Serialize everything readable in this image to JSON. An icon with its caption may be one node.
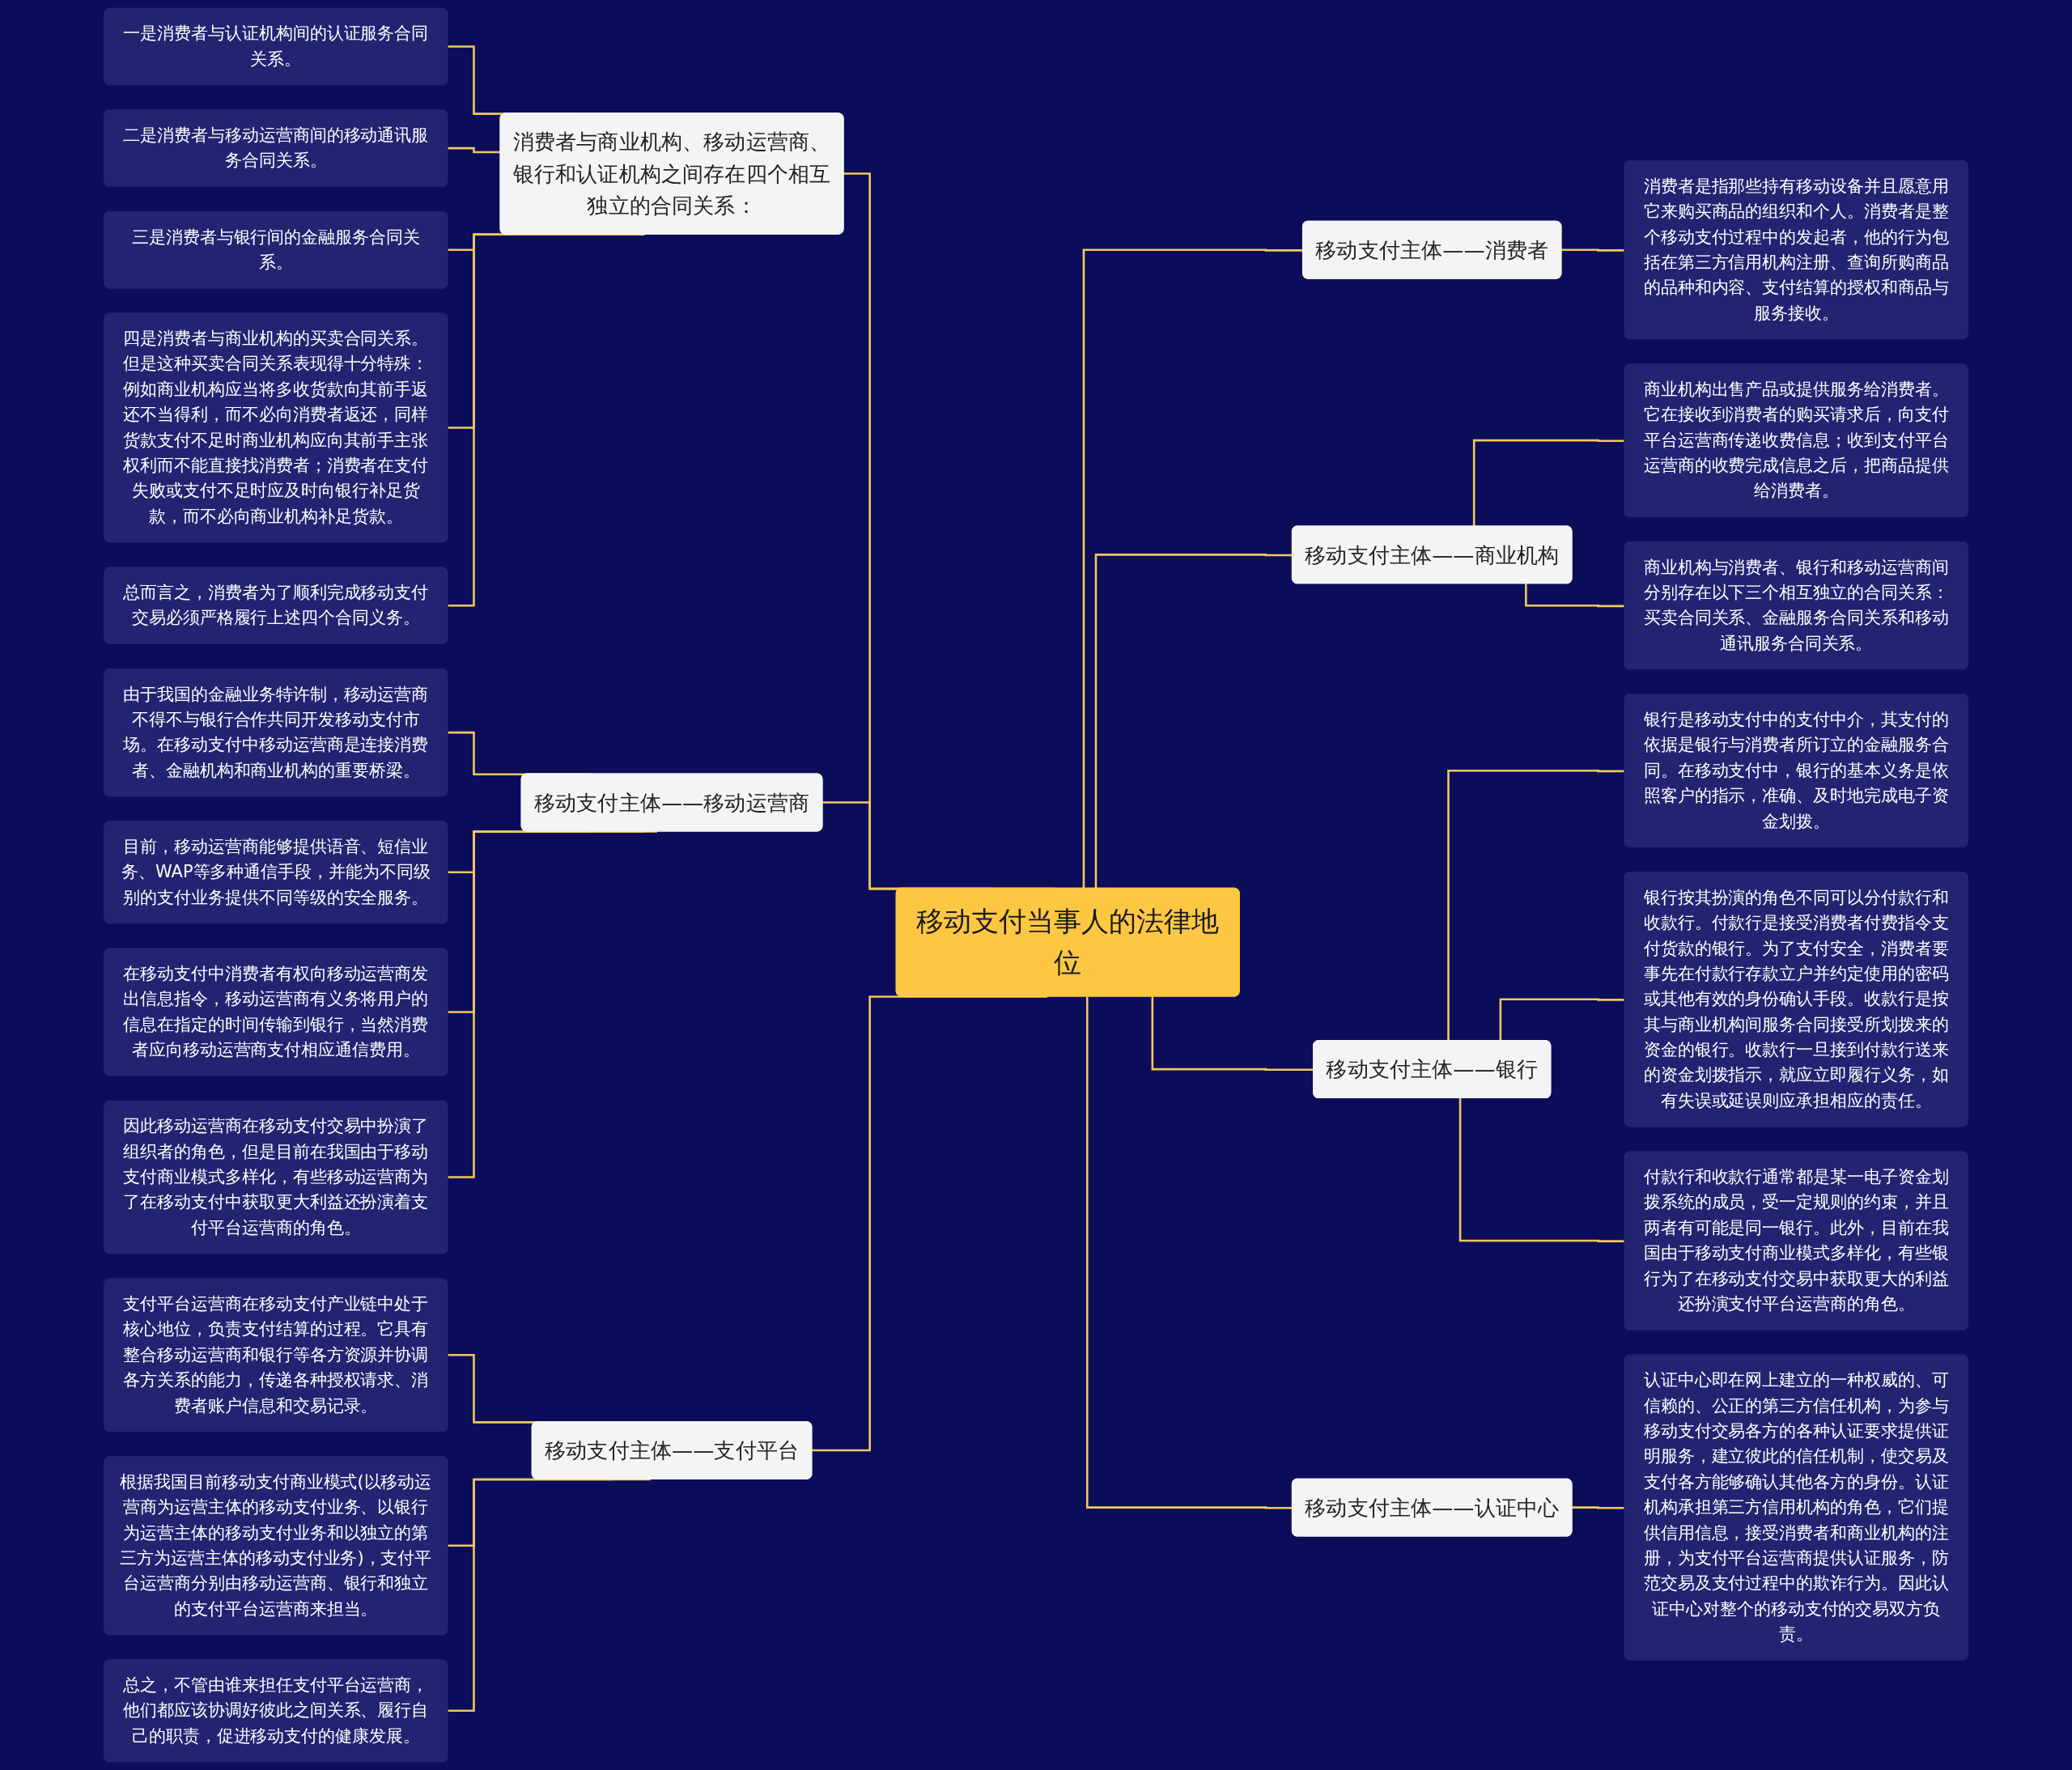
{
  "diagram": {
    "nodes": [
      {
        "text": [
          "移动支付当事人的法律地位"
        ]
      },
      {
        "text": [
          "消费者与商业机构、移动运营商、银行和认证机构之间存在四个相互独立的合同关系："
        ]
      },
      {
        "text": [
          "一是消费者与认证机构间的认证服务合同关系。"
        ]
      },
      {
        "text": [
          "二是消费者与移动运营商间的移动通讯服务合同关系。"
        ]
      },
      {
        "text": [
          "三是消费者与银行间的金融服务合同关系。"
        ]
      },
      {
        "text": [
          "四是消费者与商业机构的买卖合同关系。但是这种买卖合同关系表现得十分特殊：例如商业机构应当将多收货款向其前手返还不当得利，而不必向消费者返还，同样货款支付不足时商业机构应向其前手主张权利而不能直接找消费者；消费者在支付失败或支付不足时应及时向银行补足货款，而不必向商业机构补足货款。"
        ]
      },
      {
        "text": [
          "总而言之，消费者为了顺利完成移动支付交易必须严格履行上述四个合同义务。"
        ]
      },
      {
        "text": [
          "移动支付主体——移动运营商"
        ]
      },
      {
        "text": [
          "由于我国的金融业务特许制，移动运营商不得不与银行合作共同开发移动支付市场。在移动支付中移动运营商是连接消费者、金融机构和商业机构的重要桥梁。"
        ]
      },
      {
        "text": [
          "目前，移动运营商能够提供语音、短信业务、WAP等多种通信手段，并能为不同级别的支付业务提供不同等级的安全服务。"
        ]
      },
      {
        "text": [
          "在移动支付中消费者有权向移动运营商发出信息指令，移动运营商有义务将用户的信息在指定的时间传输到银行，当然消费者应向移动运营商支付相应通信费用。"
        ]
      },
      {
        "text": [
          "因此移动运营商在移动支付交易中扮演了组织者的角色，但是目前在我国由于移动支付商业模式多样化，有些移动运营商为了在移动支付中获取更大利益还扮演着支付平台运营商的角色。"
        ]
      },
      {
        "text": [
          "移动支付主体——支付平台"
        ]
      },
      {
        "text": [
          "支付平台运营商在移动支付产业链中处于核心地位，负责支付结算的过程。它具有整合移动运营商和银行等各方资源并协调各方关系的能力，传递各种授权请求、消费者账户信息和交易记录。"
        ]
      },
      {
        "text": [
          "根据我国目前移动支付商业模式(以移动运营商为运营主体的移动支付业务、以银行为运营主体的移动支付业务和以独立的第三方为运营主体的移动支付业务)，支付平台运营商分别由移动运营商、银行和独立的支付平台运营商来担当。"
        ]
      },
      {
        "text": [
          "总之，不管由谁来担任支付平台运营商，他们都应该协调好彼此之间关系、履行自己的职责，促进移动支付的健康发展。"
        ]
      },
      {
        "text": [
          "移动支付主体——消费者"
        ]
      },
      {
        "text": [
          "消费者是指那些持有移动设备并且愿意用它来购买商品的组织和个人。消费者是整个移动支付过程中的发起者，他的行为包括在第三方信用机构注册、查询所购商品的品种和内容、支付结算的授权和商品与服务接收。"
        ]
      },
      {
        "text": [
          "移动支付主体——商业机构"
        ]
      },
      {
        "text": [
          "商业机构出售产品或提供服务给消费者。它在接收到消费者的购买请求后，向支付平台运营商传递收费信息；收到支付平台运营商的收费完成信息之后，把商品提供给消费者。"
        ]
      },
      {
        "text": [
          "商业机构与消费者、银行和移动运营商间分别存在以下三个相互独立的合同关系：买卖合同关系、金融服务合同关系和移动通讯服务合同关系。"
        ]
      },
      {
        "text": [
          "移动支付主体——银行"
        ]
      },
      {
        "text": [
          "银行是移动支付中的支付中介，其支付的依据是银行与消费者所订立的金融服务合同。在移动支付中，银行的基本义务是依照客户的指示，准确、及时地完成电子资金划拨。"
        ]
      },
      {
        "text": [
          "银行按其扮演的角色不同可以分付款行和收款行。付款行是接受消费者付费指令支付货款的银行。为了支付安全，消费者要事先在付款行存款立户并约定使用的密码或其他有效的身份确认手段。收款行是按其与商业机构间服务合同接受所划拨来的资金的银行。收款行一旦接到付款行送来的资金划拨指示，就应立即履行义务，如有失误或延误则应承担相应的责任。"
        ]
      },
      {
        "text": [
          "付款行和收款行通常都是某一电子资金划拨系统的成员，受一定规则的约束，并且两者有可能是同一银行。此外，目前在我国由于移动支付商业模式多样化，有些银行为了在移动支付交易中获取更大的利益还扮演支付平台运营商的角色。"
        ]
      },
      {
        "text": [
          "移动支付主体——认证中心"
        ]
      },
      {
        "text": [
          "认证中心即在网上建立的一种权威的、可信赖的、公正的第三方信任机构，为参与移动支付交易各方的各种认证要求提供证明服务，建立彼此的信任机制，使交易及支付各方能够确认其他各方的身份。认证机构承担第三方信用机构的角色，它们提供信用信息，接受消费者和商业机构的注册，为支付平台运营商提供认证服务，防范交易及支付过程中的欺诈行为。因此认证中心对整个的移动支付的交易双方负责。"
        ]
      }
    ],
    "edges": [
      {
        "from": 2,
        "to": 1,
        "arrow": "none"
      },
      {
        "from": 3,
        "to": 1,
        "arrow": "none"
      },
      {
        "from": 4,
        "to": 1,
        "arrow": "none"
      },
      {
        "from": 5,
        "to": 1,
        "arrow": "none"
      },
      {
        "from": 6,
        "to": 1,
        "arrow": "none"
      },
      {
        "from": 1,
        "to": 0,
        "arrow": "none"
      },
      {
        "from": 8,
        "to": 7,
        "arrow": "none"
      },
      {
        "from": 9,
        "to": 7,
        "arrow": "none"
      },
      {
        "from": 10,
        "to": 7,
        "arrow": "none"
      },
      {
        "from": 11,
        "to": 7,
        "arrow": "none"
      },
      {
        "from": 7,
        "to": 0,
        "arrow": "none"
      },
      {
        "from": 13,
        "to": 12,
        "arrow": "none"
      },
      {
        "from": 14,
        "to": 12,
        "arrow": "none"
      },
      {
        "from": 15,
        "to": 12,
        "arrow": "none"
      },
      {
        "from": 12,
        "to": 0,
        "arrow": "none"
      },
      {
        "from": 0,
        "to": 16,
        "arrow": "none"
      },
      {
        "from": 16,
        "to": 17,
        "arrow": "none"
      },
      {
        "from": 0,
        "to": 18,
        "arrow": "none"
      },
      {
        "from": 18,
        "to": 19,
        "arrow": "none"
      },
      {
        "from": 18,
        "to": 20,
        "arrow": "none"
      },
      {
        "from": 0,
        "to": 21,
        "arrow": "none"
      },
      {
        "from": 21,
        "to": 22,
        "arrow": "none"
      },
      {
        "from": 21,
        "to": 23,
        "arrow": "none"
      },
      {
        "from": 21,
        "to": 24,
        "arrow": "none"
      },
      {
        "from": 0,
        "to": 25,
        "arrow": "none"
      },
      {
        "from": 25,
        "to": 26,
        "arrow": "none"
      }
    ]
  }
}
